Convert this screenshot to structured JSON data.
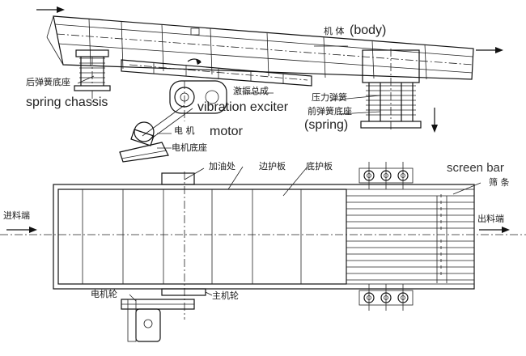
{
  "labels": {
    "body_cn": "机 体",
    "body_en": "(body)",
    "rear_spring_base_cn": "后弹簧底座",
    "spring_chassis_en": "spring chassis",
    "exciter_cn": "激振总成",
    "exciter_en": "vibration exciter",
    "motor_cn": "电 机",
    "motor_en": "motor",
    "motor_base_cn": "电机底座",
    "compression_spring_cn": "压力弹簧",
    "front_spring_base_cn": "前弹簧底座",
    "spring_en": "(spring)",
    "oil_point_cn": "加油处",
    "side_guard_cn": "边护板",
    "bottom_guard_cn": "底护板",
    "screen_bar_en": "screen bar",
    "screen_bar_cn": "筛 条",
    "feed_end_cn": "进料端",
    "discharge_end_cn": "出料端",
    "motor_pulley_cn": "电机轮",
    "main_pulley_cn": "主机轮"
  },
  "icons": [
    "flow-arrow-icon",
    "rotation-arrow-icon",
    "spring-icon",
    "bolt-icon",
    "pulley-icon"
  ]
}
